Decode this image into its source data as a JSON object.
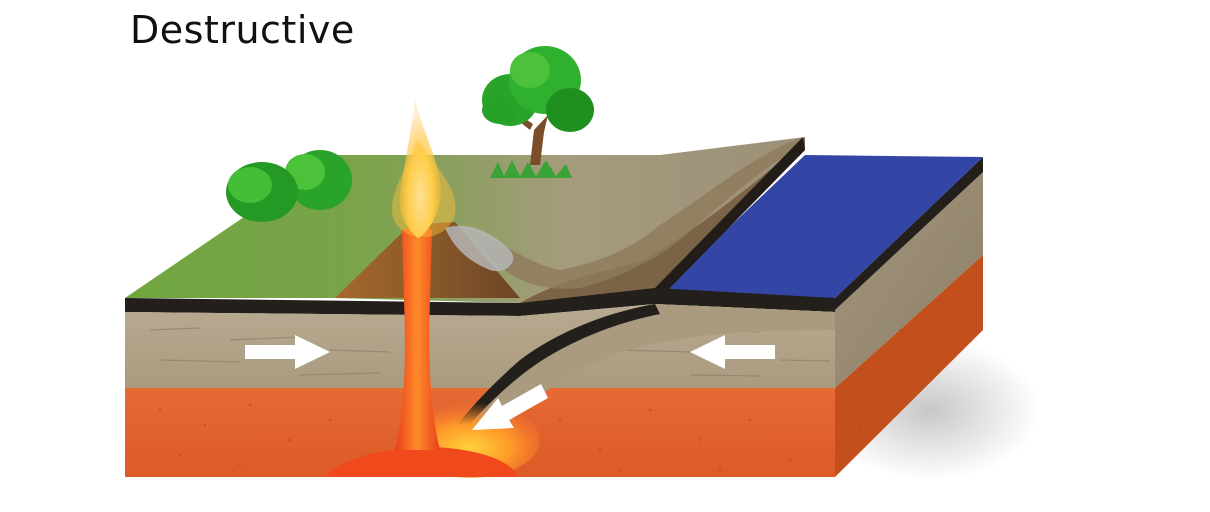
{
  "title": "Destructive",
  "colors": {
    "ocean": "#3346a6",
    "land_green": "#6fa640",
    "crust": "#b3a48a",
    "crust_dark": "#8f8169",
    "mantle": "#e3622e",
    "mantle_side": "#c44e1d",
    "magma": "#f04a1c",
    "magma_bright": "#ffb02a",
    "rock_band": "#231f1b",
    "tree_green": "#2aa32a",
    "trunk": "#7a4e2a"
  },
  "arrows": [
    {
      "label": "continental-plate-motion",
      "direction": "right"
    },
    {
      "label": "oceanic-plate-motion",
      "direction": "left"
    },
    {
      "label": "subduction-motion",
      "direction": "down-left"
    }
  ]
}
